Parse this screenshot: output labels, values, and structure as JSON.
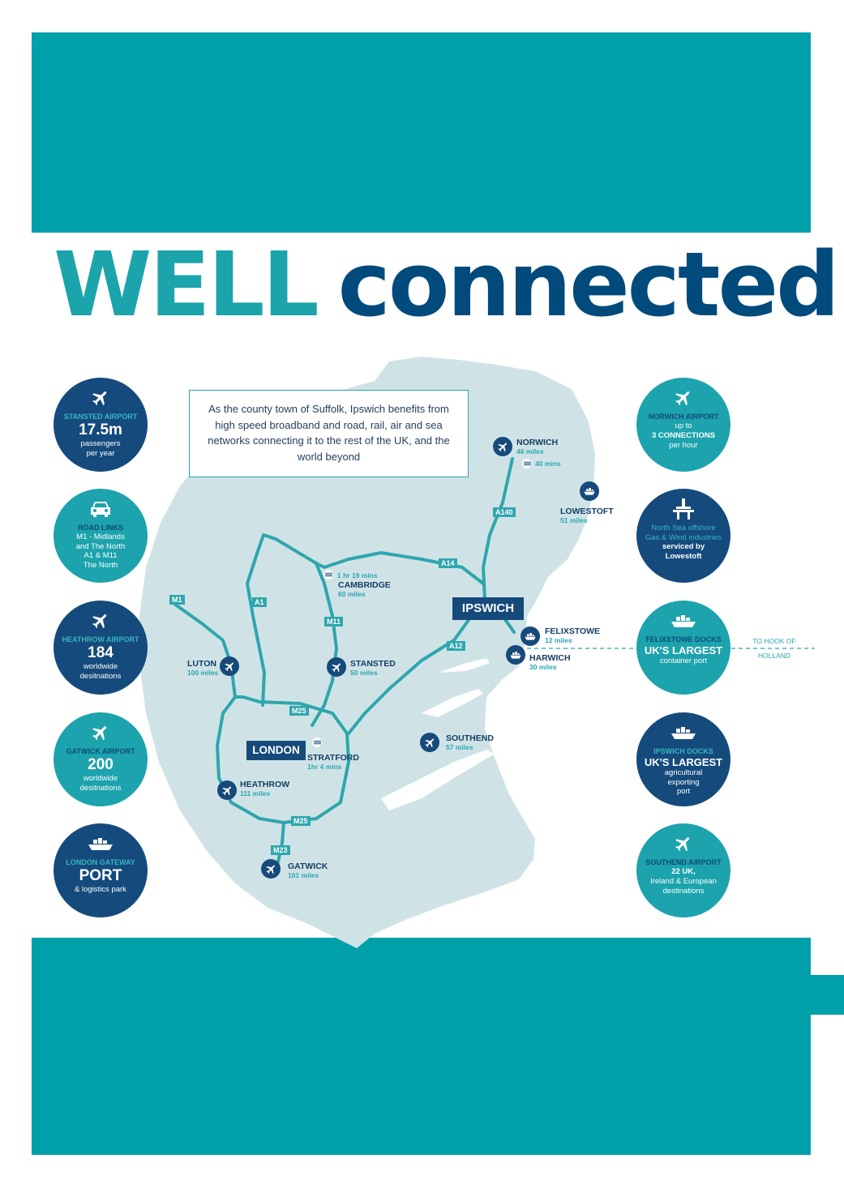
{
  "title": {
    "word1": "WELL",
    "word2": "connected"
  },
  "intro": "As the county town of Suffolk, Ipswich benefits from high speed broadband and road, rail, air and sea networks connecting it to the rest of the UK, and the world beyond",
  "colors": {
    "teal": "#00a0aa",
    "navy": "#154a7c",
    "map": "#cfe3e7",
    "road": "#2ea6ad"
  },
  "left_circles": [
    {
      "icon": "plane-icon",
      "label": "STANSTED AIRPORT",
      "value": "17.5m",
      "l1": "passengers",
      "l2": "per year"
    },
    {
      "icon": "car-icon",
      "label": "ROAD LINKS",
      "l1": "M1 - Midlands",
      "l2": "and The North",
      "l3": "A1 & M11",
      "l4": "The North"
    },
    {
      "icon": "plane-icon",
      "label": "HEATHROW AIRPORT",
      "value": "184",
      "l1": "worldwide",
      "l2": "desitnations"
    },
    {
      "icon": "plane-icon",
      "label": "GATWICK AIRPORT",
      "value": "200",
      "l1": "worldwide",
      "l2": "desitnations"
    },
    {
      "icon": "ship-icon",
      "label": "LONDON GATEWAY",
      "value": "PORT",
      "l1": "& logistics park"
    }
  ],
  "right_circles": [
    {
      "icon": "plane-icon",
      "label": "NORWICH AIRPORT",
      "l1": "up to",
      "l2": "3 CONNECTIONS",
      "l3": "per hour"
    },
    {
      "icon": "rig-icon",
      "l1": "North Sea offshore",
      "l2": "Gas & Wind industries",
      "l3": "serviced by",
      "l4": "Lowestoft"
    },
    {
      "icon": "ship-icon",
      "label": "FELIXSTOWE DOCKS",
      "value": "UK'S LARGEST",
      "l1": "container port"
    },
    {
      "icon": "ship-icon",
      "label": "IPSWICH DOCKS",
      "value": "UK'S LARGEST",
      "l1": "agricultural",
      "l2": "exporting",
      "l3": "port"
    },
    {
      "icon": "plane-icon",
      "label": "SOUTHEND AIRPORT",
      "l1": "22 UK,",
      "l2": "Ireland & European",
      "l3": "destinations"
    }
  ],
  "places": {
    "norwich": {
      "name": "NORWICH",
      "dist": "46 miles",
      "rail": "40 mins"
    },
    "lowestoft": {
      "name": "LOWESTOFT",
      "dist": "51 miles"
    },
    "cambridge": {
      "name": "CAMBRIDGE",
      "dist": "60 miles",
      "rail": "1 hr 19 mins"
    },
    "ipswich": {
      "name": "IPSWICH"
    },
    "felixstowe": {
      "name": "FELIXSTOWE",
      "dist": "12 miles"
    },
    "harwich": {
      "name": "HARWICH",
      "dist": "30 miles"
    },
    "luton": {
      "name": "LUTON",
      "dist": "100 miles"
    },
    "stansted": {
      "name": "STANSTED",
      "dist": "50 miles"
    },
    "southend": {
      "name": "SOUTHEND",
      "dist": "57 miles"
    },
    "london": {
      "name": "LONDON"
    },
    "stratford": {
      "name": "STRATFORD",
      "dist": "1hr 4 mins"
    },
    "heathrow": {
      "name": "HEATHROW",
      "dist": "111 miles"
    },
    "gatwick": {
      "name": "GATWICK",
      "dist": "101 miles"
    }
  },
  "roads": [
    "A140",
    "A14",
    "A1",
    "M1",
    "M11",
    "A12",
    "M25",
    "M25",
    "M23"
  ],
  "hook": {
    "l1": "TO HOOK OF",
    "l2": "HOLLAND"
  }
}
